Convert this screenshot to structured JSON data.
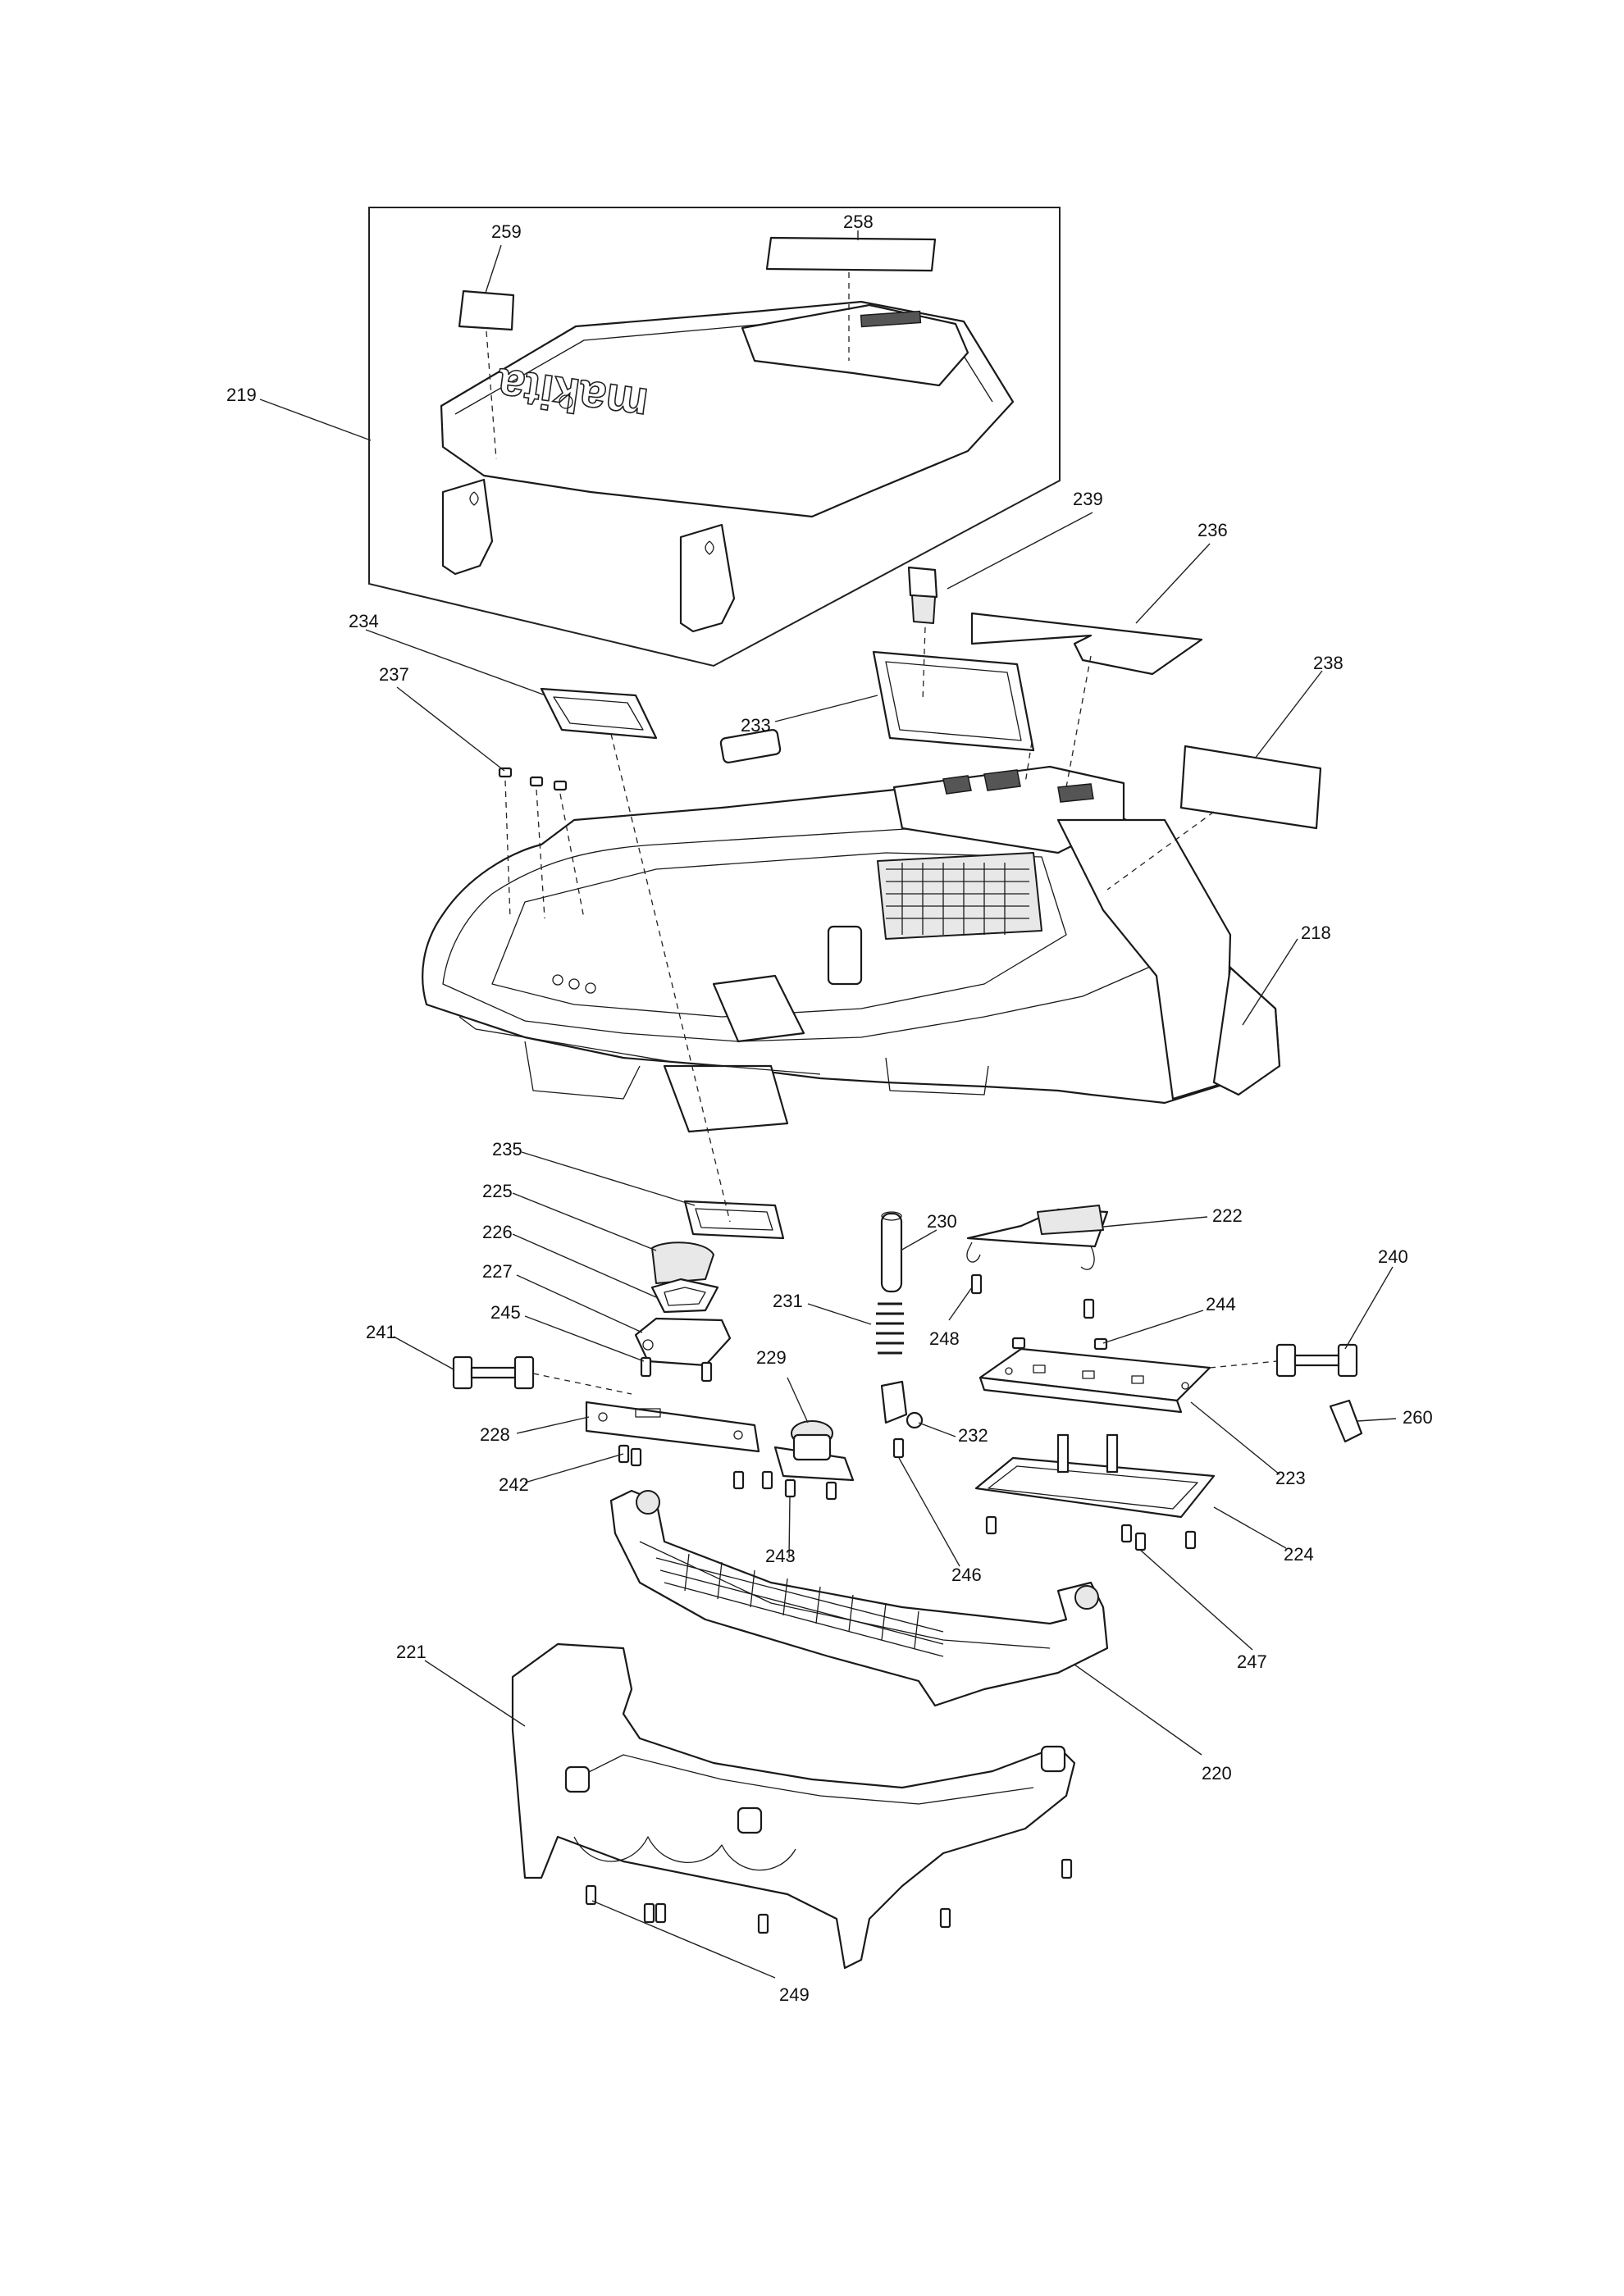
{
  "callouts": {
    "p218": "218",
    "p219": "219",
    "p220": "220",
    "p221": "221",
    "p222": "222",
    "p223": "223",
    "p224": "224",
    "p225": "225",
    "p226": "226",
    "p227": "227",
    "p228": "228",
    "p229": "229",
    "p230": "230",
    "p231": "231",
    "p232": "232",
    "p233": "233",
    "p234": "234",
    "p235": "235",
    "p236": "236",
    "p237": "237",
    "p238": "238",
    "p239": "239",
    "p240": "240",
    "p241": "241",
    "p242": "242",
    "p243": "243",
    "p244": "244",
    "p245": "245",
    "p246": "246",
    "p247": "247",
    "p248": "248",
    "p249": "249",
    "p258": "258",
    "p259": "259",
    "p260": "260"
  },
  "cover_logo": "makita"
}
